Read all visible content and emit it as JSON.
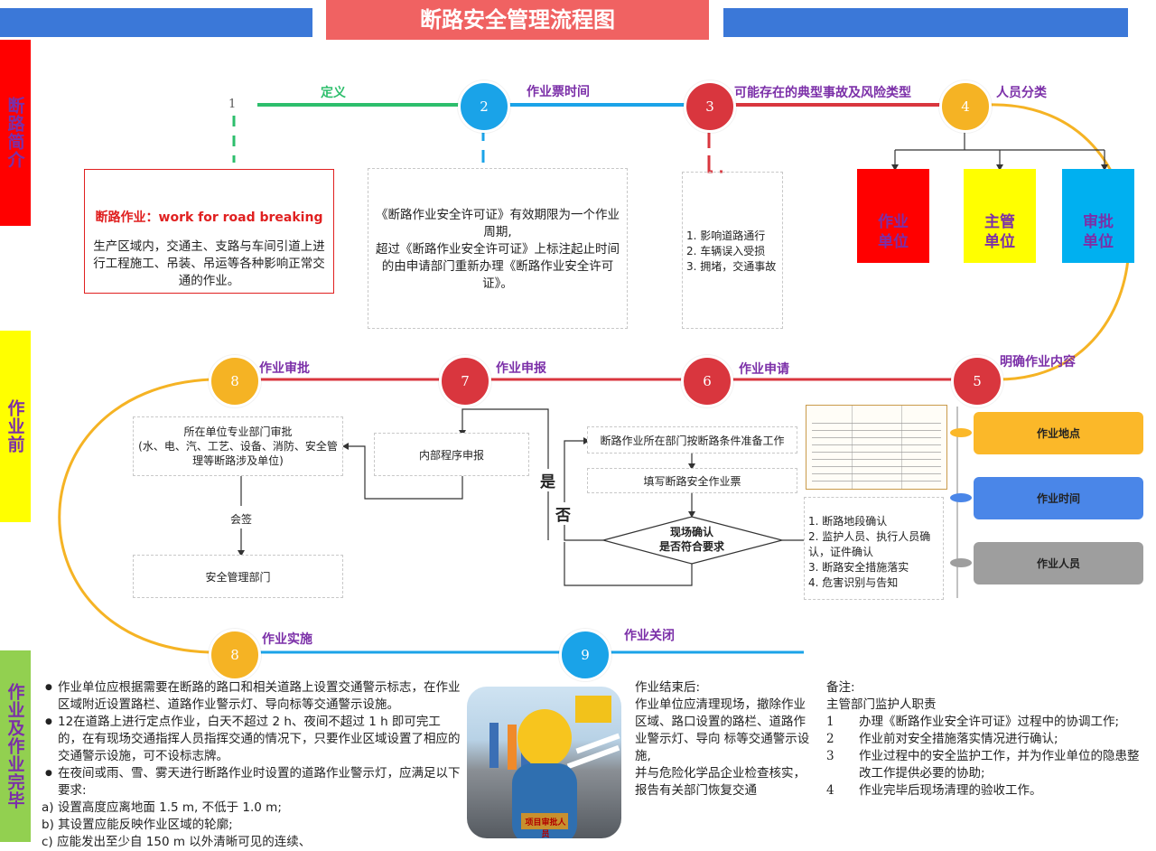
{
  "title": "断路安全管理流程图",
  "side_labels": {
    "intro": "断路简介",
    "before": "作业前",
    "during": "作业及作业完毕"
  },
  "steps": {
    "s1": {
      "num": "1",
      "label": "定义"
    },
    "s2": {
      "num": "2",
      "label": "作业票时间"
    },
    "s3": {
      "num": "3",
      "label": "可能存在的典型事故及风险类型"
    },
    "s4": {
      "num": "4",
      "label": "人员分类"
    },
    "s5": {
      "num": "5",
      "label": "明确作业内容"
    },
    "s6": {
      "num": "6",
      "label": "作业申请"
    },
    "s7": {
      "num": "7",
      "label": "作业申报"
    },
    "s8a": {
      "num": "8",
      "label": "作业审批"
    },
    "s8b": {
      "num": "8",
      "label": "作业实施"
    },
    "s9": {
      "num": "9",
      "label": "作业关闭"
    }
  },
  "definition": {
    "term": "断路作业：work for road breaking",
    "body": "生产区域内，交通主、支路与车间引道上进行工程施工、吊装、吊运等各种影响正常交通的作业。"
  },
  "permit_time": {
    "line1": "《断路作业安全许可证》有效期限为一个作业周期,",
    "line2": "超过《断路作业安全许可证》上标注起止时间的由申请部门重新办理《断路作业安全许可证》。"
  },
  "risks": [
    "1. 影响道路通行",
    "2. 车辆误入受损",
    "3. 拥堵，交通事故"
  ],
  "personnel": [
    {
      "name": "作业单位",
      "color": "#ff0000",
      "text_color": "#7b2fa8"
    },
    {
      "name": "主管单位",
      "color": "#ffff00",
      "text_color": "#7b2fa8"
    },
    {
      "name": "审批单位",
      "color": "#00b0f0",
      "text_color": "#7b2fa8"
    }
  ],
  "approval": {
    "dept_review": "所在单位专业部门审批\n(水、电、汽、工艺、设备、消防、安全管理等断路涉及单位)",
    "countersign": "会签",
    "safety_dept": "安全管理部门"
  },
  "declare": {
    "internal": "内部程序申报",
    "yes": "是",
    "no": "否"
  },
  "apply": {
    "prepare": "断路作业所在部门按断路条件准备工作",
    "fill": "填写断路安全作业票",
    "decision": "现场确认\n是否符合要求"
  },
  "confirm_list": [
    "1. 断路地段确认",
    "2. 监护人员、执行人员确认，证件确认",
    "3. 断路安全措施落实",
    "4. 危害识别与告知"
  ],
  "content_pills": [
    {
      "label": "作业地点",
      "color": "#fbb829"
    },
    {
      "label": "作业时间",
      "color": "#4a86e8"
    },
    {
      "label": "作业人员",
      "color": "#9e9e9e"
    }
  ],
  "implementation": {
    "bullets": [
      "作业单位应根据需要在断路的路口和相关道路上设置交通警示标志，在作业区域附近设置路栏、道路作业警示灯、导向标等交通警示设施。",
      "12在道路上进行定点作业，白天不超过 2 h、夜间不超过 1 h 即可完工的，在有现场交通指挥人员指挥交通的情况下，只要作业区域设置了相应的交通警示设施，可不设标志牌。",
      "在夜间或雨、雪、雾天进行断路作业时设置的道路作业警示灯，应满足以下要求:"
    ],
    "reqs": [
      "a)   设置高度应离地面 1.5 m, 不低于 1.0 m;",
      "b)   其设置应能反映作业区域的轮廓;",
      "c)   应能发出至少自 150 m 以外清晰可见的连续、"
    ]
  },
  "image_caption": "项目审批人员",
  "closing": {
    "head": "作业结束后:",
    "body1": "作业单位应清理现场，撤除作业区域、路口设置的路栏、道路作业警示灯、导向 标等交通警示设施,",
    "body2": "并与危险化学品企业检查核实，报告有关部门恢复交通"
  },
  "notes": {
    "head": "备注:",
    "sub": "主管部门监护人职责",
    "items": [
      {
        "n": "1",
        "t": "办理《断路作业安全许可证》过程中的协调工作;"
      },
      {
        "n": "2",
        "t": "作业前对安全措施落实情况进行确认;"
      },
      {
        "n": "3",
        "t": "作业过程中的安全监护工作，并为作业单位的隐患整改工作提供必要的协助;"
      },
      {
        "n": "4",
        "t": "作业完毕后现场清理的验收工作。"
      }
    ]
  },
  "colors": {
    "green": "#2dbe6c",
    "blue": "#1aa3e8",
    "red": "#d9363e",
    "orange": "#f5b324",
    "purple": "#7b2fa8"
  }
}
